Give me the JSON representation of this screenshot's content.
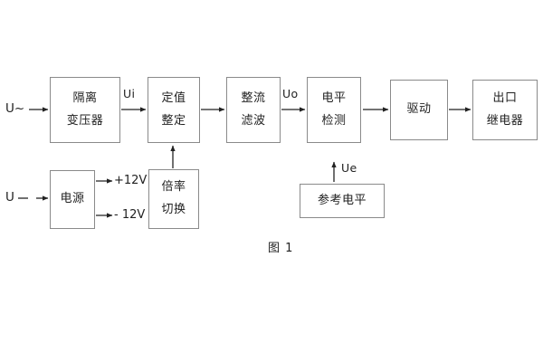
{
  "figure": {
    "caption": "图 1",
    "background_color": "#ffffff",
    "line_color": "#333333",
    "box_border_color": "#8a8a8a"
  },
  "inputs": [
    {
      "name": "ac-input",
      "label": "U~"
    },
    {
      "name": "dc-input",
      "label": "U"
    }
  ],
  "signal_labels": [
    {
      "name": "ui",
      "label": "Ui"
    },
    {
      "name": "uo",
      "label": "Uo"
    },
    {
      "name": "ue",
      "label": "Ue"
    }
  ],
  "power_rails": [
    {
      "name": "positive-12v",
      "label": "+12V"
    },
    {
      "name": "negative-12v",
      "label": "- 12V"
    }
  ],
  "blocks": [
    {
      "name": "isolation-transformer",
      "lines": [
        "隔离",
        "变压器"
      ]
    },
    {
      "name": "setpoint-adjust",
      "lines": [
        "定值",
        "整定"
      ]
    },
    {
      "name": "rectify-filter",
      "lines": [
        "整流",
        "滤波"
      ]
    },
    {
      "name": "level-detect",
      "lines": [
        "电平",
        "检测"
      ]
    },
    {
      "name": "drive",
      "lines": [
        "驱动"
      ]
    },
    {
      "name": "output-relay",
      "lines": [
        "出口",
        "继电器"
      ]
    },
    {
      "name": "power-supply",
      "lines": [
        "电源"
      ]
    },
    {
      "name": "multiplier-switch",
      "lines": [
        "倍率",
        "切换"
      ]
    },
    {
      "name": "reference-level",
      "lines": [
        "参考电平"
      ]
    }
  ]
}
